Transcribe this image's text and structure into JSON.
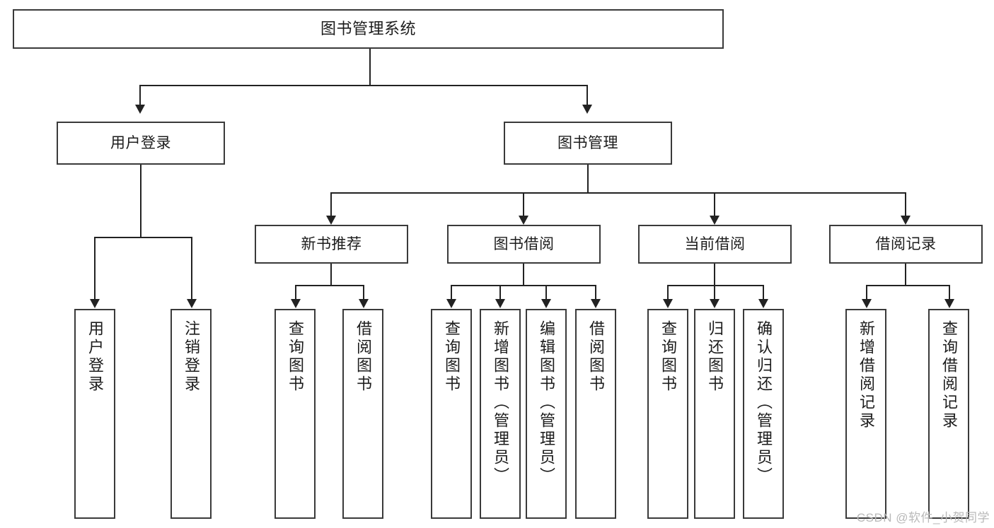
{
  "diagram": {
    "title": "图书管理系统",
    "type": "hierarchy-tree",
    "levels": 4,
    "root": {
      "id": "root",
      "label": "图书管理系统"
    },
    "level2": [
      {
        "id": "user-login",
        "label": "用户登录"
      },
      {
        "id": "book-manage",
        "label": "图书管理"
      }
    ],
    "level3": [
      {
        "id": "new-book-recommend",
        "label": "新书推荐"
      },
      {
        "id": "book-borrow",
        "label": "图书借阅"
      },
      {
        "id": "current-borrow",
        "label": "当前借阅"
      },
      {
        "id": "borrow-record",
        "label": "借阅记录"
      }
    ],
    "leaves": {
      "user_login": [
        {
          "id": "leaf-user-login",
          "label": "用户登录"
        },
        {
          "id": "leaf-user-logout",
          "label": "注销登录"
        }
      ],
      "new_book_recommend": [
        {
          "id": "leaf-query-book-1",
          "label": "查询图书"
        },
        {
          "id": "leaf-borrow-book-1",
          "label": "借阅图书"
        }
      ],
      "book_borrow": [
        {
          "id": "leaf-query-book-2",
          "label": "查询图书"
        },
        {
          "id": "leaf-add-book",
          "label": "新增图书（管理员）"
        },
        {
          "id": "leaf-edit-book",
          "label": "编辑图书（管理员）"
        },
        {
          "id": "leaf-borrow-book-2",
          "label": "借阅图书"
        }
      ],
      "current_borrow": [
        {
          "id": "leaf-query-book-3",
          "label": "查询图书"
        },
        {
          "id": "leaf-return-book",
          "label": "归还图书"
        },
        {
          "id": "leaf-confirm-return",
          "label": "确认归还（管理员）"
        }
      ],
      "borrow_record": [
        {
          "id": "leaf-add-record",
          "label": "新增借阅记录"
        },
        {
          "id": "leaf-query-record",
          "label": "查询借阅记录"
        }
      ]
    }
  },
  "watermark": {
    "text": "CSDN @软件_小贺同学"
  },
  "colors": {
    "box_border": "#3a3a3a",
    "box_fill": "#ffffff",
    "connector": "#222222",
    "text": "#1c1c1c",
    "watermark": "#b9b9b9",
    "background": "#ffffff"
  }
}
